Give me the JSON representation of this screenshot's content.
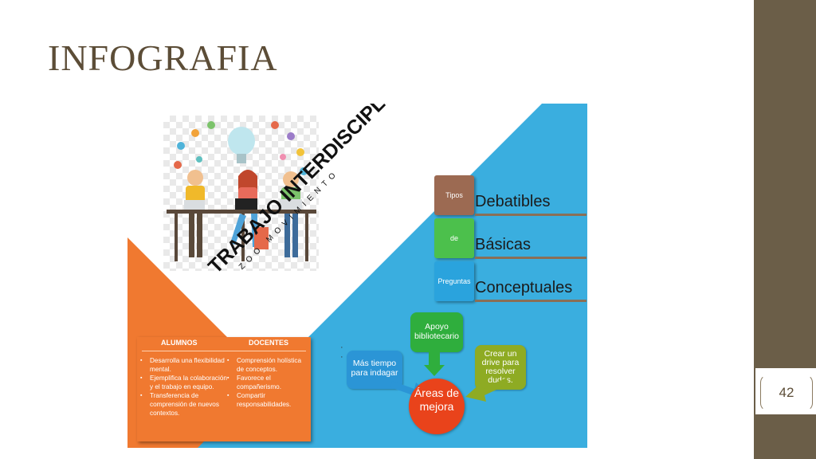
{
  "slide": {
    "title": "INFOGRAFIA",
    "page_number": "42"
  },
  "infographic": {
    "diagonal_title": "TRABAJO INTERDISCIPLINARIO",
    "diagonal_subtitle": "ZOO MOVIMIENTO",
    "question_types": [
      {
        "tag": "Tipos",
        "label": "Debatibles",
        "color": "#9c6a52"
      },
      {
        "tag": "de",
        "label": "Básicas",
        "color": "#4cc04c"
      },
      {
        "tag": "Preguntas",
        "label": "Conceptuales",
        "color": "#2aa3dd"
      }
    ],
    "table": {
      "header_left": "ALUMNOS",
      "header_right": "DOCENTES",
      "left_items": [
        "Desarrolla una flexibilidad mental.",
        "Ejemplifica la colaboración y el trabajo en equipo.",
        "Transferencia de comprensión de nuevos contextos."
      ],
      "right_items": [
        "Comprensión holística de conceptos.",
        "Favorece el compañerismo.",
        "Compartir responsabilidades."
      ]
    },
    "improvement": {
      "center": "Áreas de mejora",
      "left_box": "Más tiempo para indagar",
      "top_box": "Apoyo bibliotecario",
      "right_box": "Crear un drive para resolver dudas."
    },
    "colors": {
      "orange": "#f07930",
      "blue": "#3aaedf",
      "green_box": "#2fae3d",
      "olive_box": "#8eab23",
      "blue_box": "#2b95d6",
      "red_circle": "#e9431b",
      "side_band": "#6b5e48"
    }
  }
}
